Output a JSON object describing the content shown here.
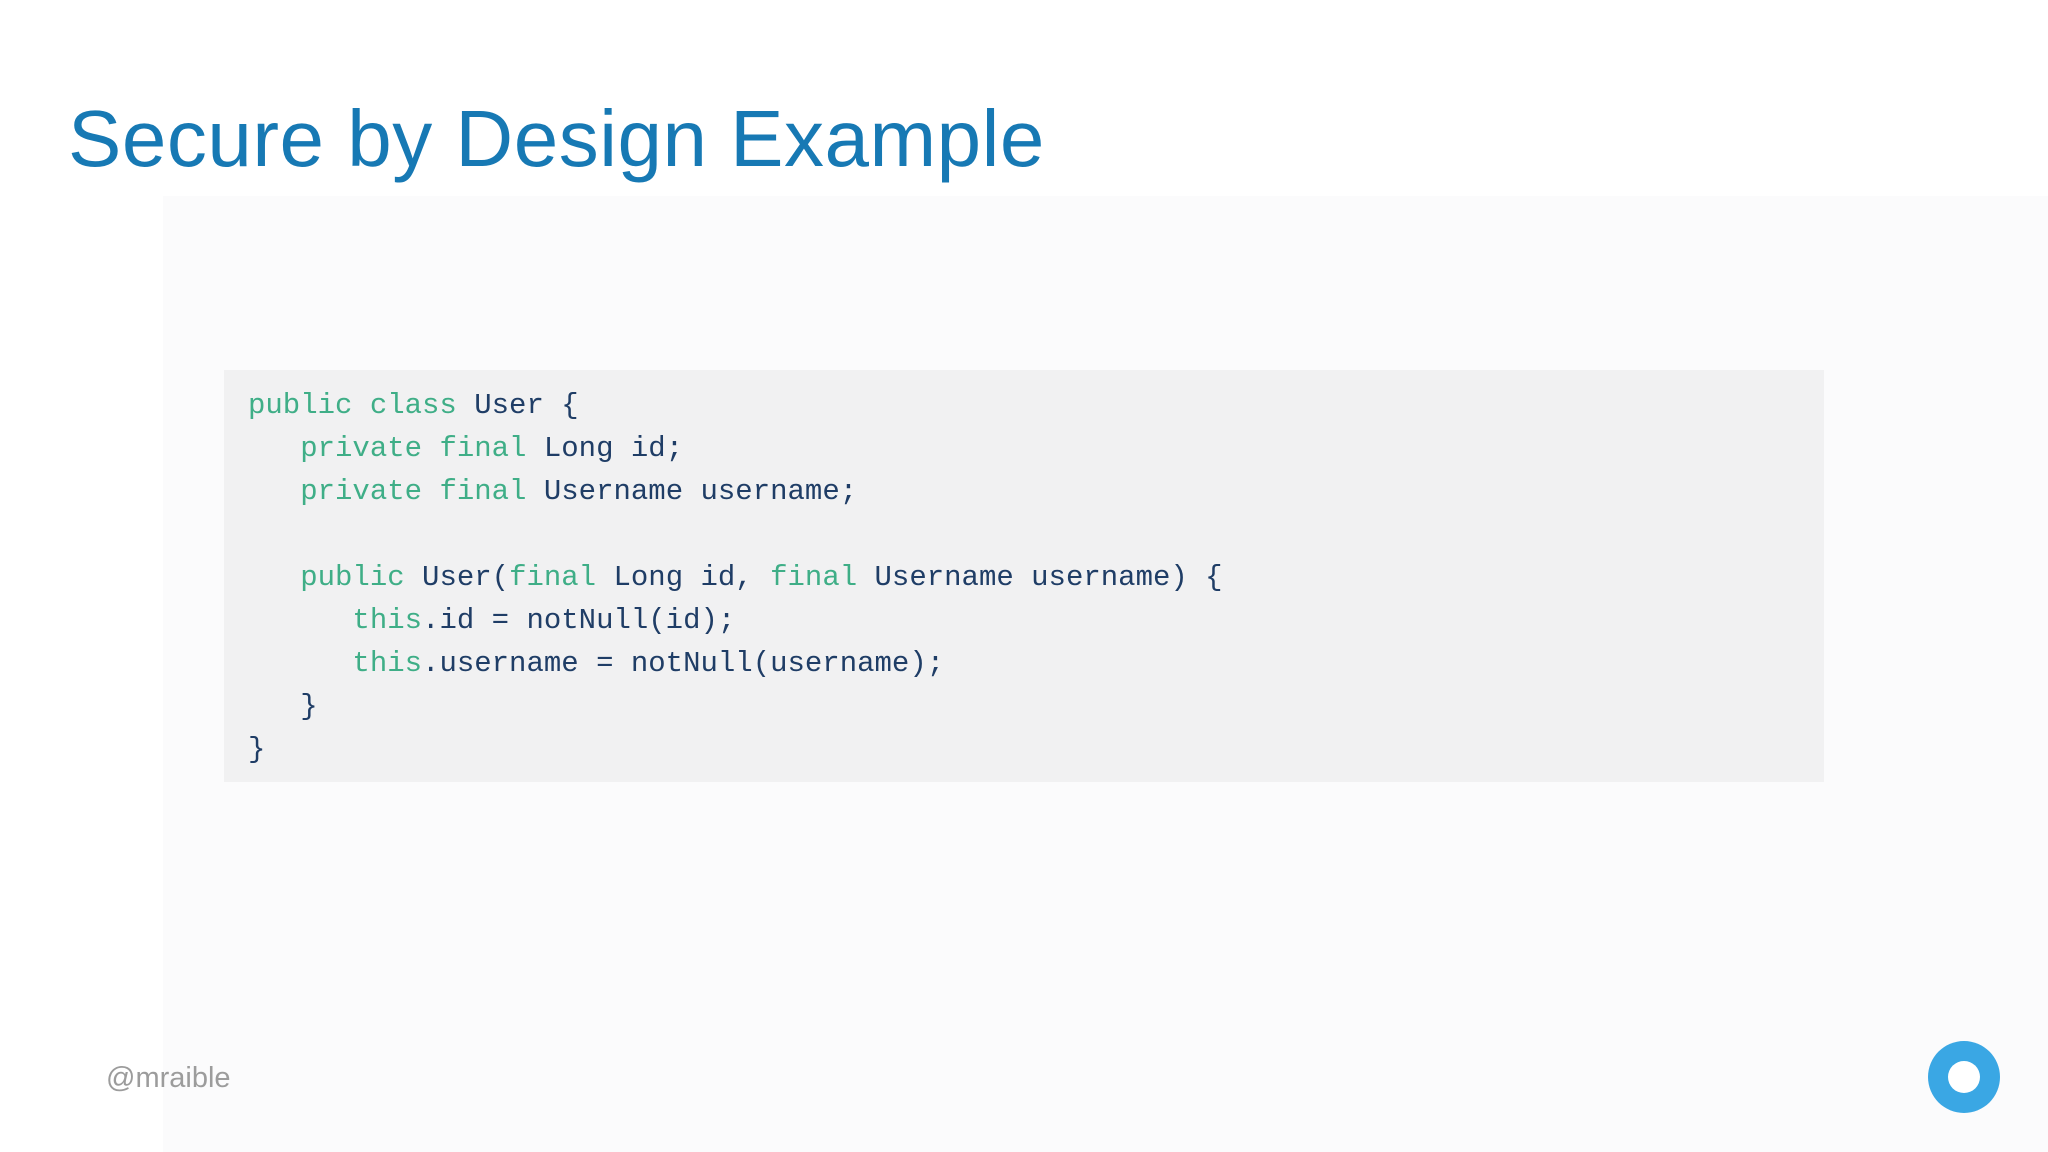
{
  "slide": {
    "title": "Secure by Design Example",
    "footer_handle": "@mraible",
    "logo_icon": "ring-logo-icon",
    "colors": {
      "title": "#1779b4",
      "keyword": "#3fae87",
      "code_text": "#1f3d66",
      "code_background": "#f1f1f2",
      "handle": "#9c9c9c",
      "logo": "#3aa7e4"
    }
  },
  "code": {
    "language": "java",
    "lines": [
      [
        {
          "t": "public class",
          "k": true
        },
        {
          "t": " User {",
          "k": false
        }
      ],
      [
        {
          "t": "   ",
          "k": false
        },
        {
          "t": "private final",
          "k": true
        },
        {
          "t": " Long id;",
          "k": false
        }
      ],
      [
        {
          "t": "   ",
          "k": false
        },
        {
          "t": "private final",
          "k": true
        },
        {
          "t": " Username username;",
          "k": false
        }
      ],
      [],
      [
        {
          "t": "   ",
          "k": false
        },
        {
          "t": "public",
          "k": true
        },
        {
          "t": " User(",
          "k": false
        },
        {
          "t": "final",
          "k": true
        },
        {
          "t": " Long id, ",
          "k": false
        },
        {
          "t": "final",
          "k": true
        },
        {
          "t": " Username username) {",
          "k": false
        }
      ],
      [
        {
          "t": "      ",
          "k": false
        },
        {
          "t": "this",
          "k": true
        },
        {
          "t": ".id = notNull(id);",
          "k": false
        }
      ],
      [
        {
          "t": "      ",
          "k": false
        },
        {
          "t": "this",
          "k": true
        },
        {
          "t": ".username = notNull(username);",
          "k": false
        }
      ],
      [
        {
          "t": "   }",
          "k": false
        }
      ],
      [
        {
          "t": "}",
          "k": false
        }
      ]
    ]
  }
}
